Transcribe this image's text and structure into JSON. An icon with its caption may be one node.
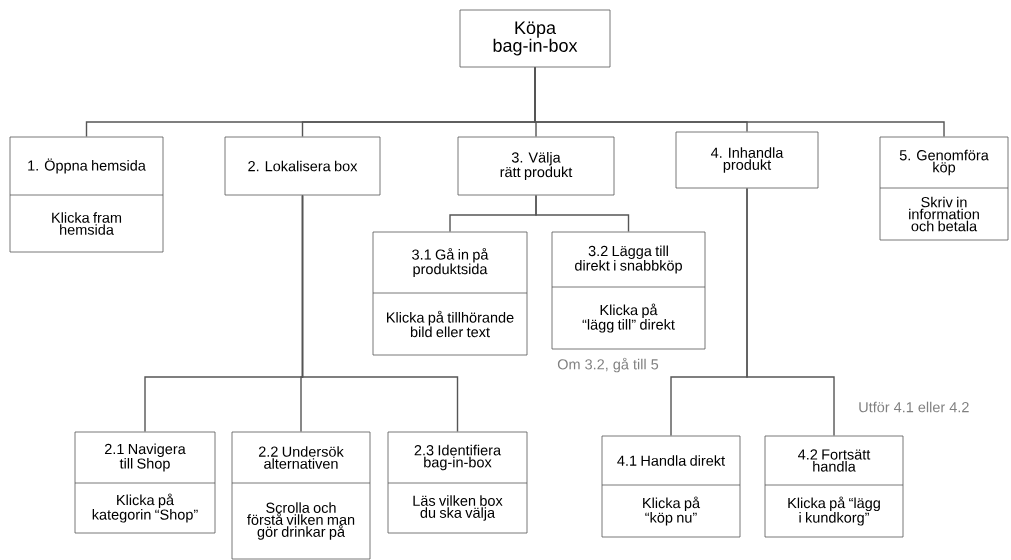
{
  "diagram": {
    "nodes": [
      {
        "text": [
          "Köpa bag-in-box"
        ]
      },
      {
        "text": [
          "1. Öppna hemsida",
          "Klicka fram hemsida"
        ]
      },
      {
        "text": [
          "2. Lokalisera box"
        ]
      },
      {
        "text": [
          "3. Välja rätt produkt"
        ]
      },
      {
        "text": [
          "4. Inhandla produkt"
        ]
      },
      {
        "text": [
          "5. Genomföra köp",
          "Skriv in information och betala"
        ]
      },
      {
        "text": [
          "3.1 Gå in på produktsida",
          "Klicka på tillhörande bild eller text"
        ]
      },
      {
        "text": [
          "3.2 Lägga till direkt i snabbköp",
          "Klicka på “lägg till” direkt"
        ],
        "beside": [
          "Om 3.2, gå till 5"
        ]
      },
      {
        "text": [
          "2.1 Navigera till Shop",
          "Klicka på kategorin “Shop”"
        ]
      },
      {
        "text": [
          "2.2 Undersök alternativen",
          "Scrolla och förstå vilken man gör drinkar på"
        ]
      },
      {
        "text": [
          "2.3 Identifiera bag-in-box",
          "Läs vilken box du ska välja"
        ]
      },
      {
        "text": [
          "4.1 Handla direkt",
          "Klicka på “köp nu”"
        ]
      },
      {
        "text": [
          "4.2 Fortsätt handla",
          "Klicka på “lägg i kundkorg”"
        ]
      }
    ],
    "edges": [
      {
        "from": 0,
        "to": 1,
        "arrow": "none"
      },
      {
        "from": 0,
        "to": 2,
        "arrow": "none"
      },
      {
        "from": 0,
        "to": 3,
        "arrow": "none"
      },
      {
        "from": 0,
        "to": 4,
        "arrow": "none"
      },
      {
        "from": 0,
        "to": 5,
        "arrow": "none"
      },
      {
        "from": 3,
        "to": 6,
        "arrow": "none"
      },
      {
        "from": 3,
        "to": 7,
        "arrow": "none"
      },
      {
        "from": 2,
        "to": 8,
        "arrow": "none"
      },
      {
        "from": 2,
        "to": 9,
        "arrow": "none"
      },
      {
        "from": 2,
        "to": 10,
        "arrow": "none"
      },
      {
        "from": 4,
        "to": 11,
        "arrow": "none"
      },
      {
        "from": 4,
        "to": 12,
        "arrow": "none"
      }
    ],
    "labels": [
      "Utför 4.1 eller 4.2"
    ]
  }
}
